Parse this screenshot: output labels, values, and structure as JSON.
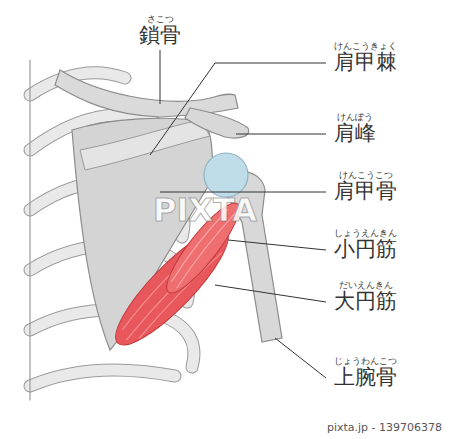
{
  "diagram": {
    "labels": [
      "さこつ",
      "鎖骨",
      "けんこうきょく",
      "肩甲棘",
      "けんぽう",
      "肩峰",
      "けんこうこつ",
      "肩甲骨",
      "しょうえんきん",
      "小円筋",
      "だいえんきん",
      "大円筋",
      "じょうわんこつ",
      "上腕骨",
      "PIXTA",
      "pixta.jp - 139706378"
    ]
  }
}
